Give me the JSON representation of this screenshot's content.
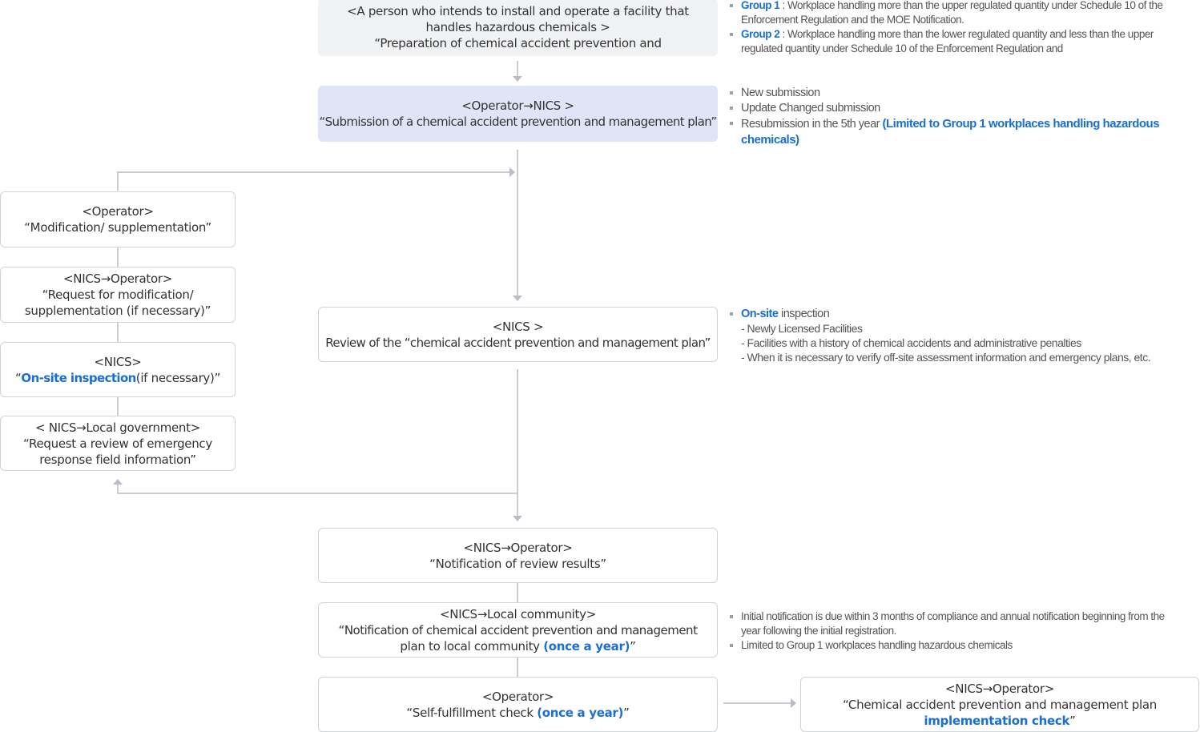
{
  "boxes": {
    "start": {
      "line1": "<A person who intends to install and operate a facility that",
      "line2": "handles hazardous chemicals >",
      "line3": "“Preparation of chemical accident prevention and"
    },
    "submission": {
      "line1": "<Operator→NICS >",
      "line2": "“Submission of a chemical accident prevention and management plan”"
    },
    "modification": {
      "line1": "<Operator>",
      "line2": "“Modification/ supplementation”"
    },
    "request_mod": {
      "line1": "<NICS→Operator>",
      "line2": "“Request for modification/",
      "line3": "supplementation (if necessary)”"
    },
    "onsite": {
      "line1": "<NICS>",
      "open_quote": "“",
      "highlight": "On-site inspection",
      "rest": "(if necessary)”"
    },
    "local_gov": {
      "line1": "< NICS→Local government>",
      "line2": "“Request a review of emergency",
      "line3": "response field information”"
    },
    "review": {
      "line1": "<NICS >",
      "line2": "Review of the “chemical accident prevention and management plan”"
    },
    "notification": {
      "line1": "<NICS→Operator>",
      "line2": "“Notification of review results”"
    },
    "community": {
      "line1": "<NICS→Local community>",
      "line2": "“Notification of chemical accident prevention and management",
      "line3_pre": "plan to local community ",
      "line3_hl": "(once a year)",
      "line3_post": "”"
    },
    "self_check": {
      "line1": "<Operator>",
      "line2_pre": "“Self-fulfillment check ",
      "line2_hl": "(once a year)",
      "line2_post": "”"
    },
    "impl_check": {
      "line1": "<NICS→Operator>",
      "line2": "“Chemical accident prevention and management plan",
      "line3_hl": "implementation check",
      "line3_post": "”"
    }
  },
  "notes": {
    "groups": {
      "g1_label": "Group 1",
      "g1_text": " : Workplace handling more than the upper regulated quantity under Schedule 10 of the Enforcement Regulation and the MOE Notification.",
      "g2_label": "Group 2",
      "g2_text": " : Workplace handling more than the lower regulated quantity and less than the upper regulated quantity under Schedule 10 of the Enforcement Regulation and"
    },
    "submission": {
      "item1": "New submission",
      "item2": "Update Changed submission",
      "item3_pre": "Resubmission in the 5th year ",
      "item3_hl": "(Limited to Group 1 workplaces handling hazardous chemicals)"
    },
    "inspection": {
      "title_hl": "On-site",
      "title_rest": " inspection",
      "d1": "- Newly Licensed Facilities",
      "d2": "- Facilities with a history of chemical accidents and administrative penalties",
      "d3": "- When it is necessary to verify off-site assessment information and emergency plans, etc."
    },
    "community": {
      "item1": "Initial notification is due within 3 months of compliance and annual notification beginning from the year following the initial registration.",
      "item2": "Limited to Group 1 workplaces handling hazardous chemicals"
    }
  },
  "colors": {
    "accent": "#1a6fd0",
    "grey_box": "#f1f2f4",
    "blue_box": "#dfe5f6",
    "line": "#b8bec6"
  }
}
